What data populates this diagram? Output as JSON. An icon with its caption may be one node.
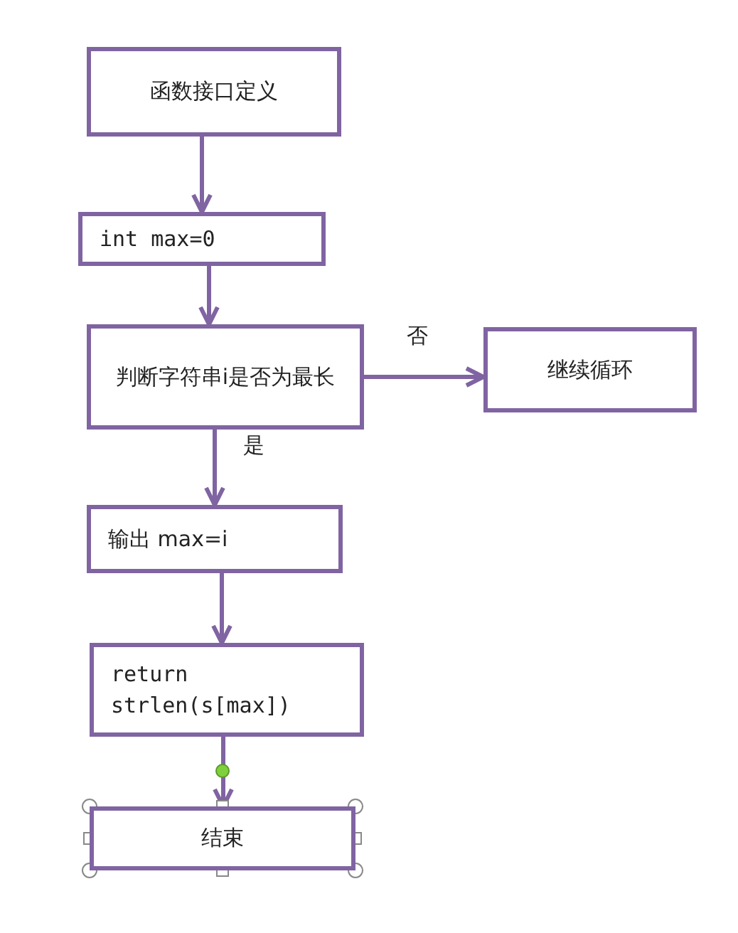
{
  "diagram": {
    "nodes": [
      {
        "text": [
          "函数接口定义"
        ]
      },
      {
        "text": [
          "int max=0"
        ]
      },
      {
        "text": [
          "判断字符串i是否为最长"
        ]
      },
      {
        "text": [
          "继续循环"
        ]
      },
      {
        "text": [
          "输出 max=i"
        ]
      },
      {
        "text": [
          "return strlen(s[max])"
        ]
      },
      {
        "text": [
          "结束"
        ]
      }
    ],
    "edges": [
      {
        "from": 0,
        "to": 1,
        "arrow": "to"
      },
      {
        "from": 1,
        "to": 2,
        "arrow": "to"
      },
      {
        "from": 2,
        "to": 3,
        "arrow": "to",
        "label": "否"
      },
      {
        "from": 2,
        "to": 4,
        "arrow": "to",
        "label": "是"
      },
      {
        "from": 4,
        "to": 5,
        "arrow": "to"
      },
      {
        "from": 5,
        "to": 6,
        "arrow": "to"
      }
    ]
  }
}
